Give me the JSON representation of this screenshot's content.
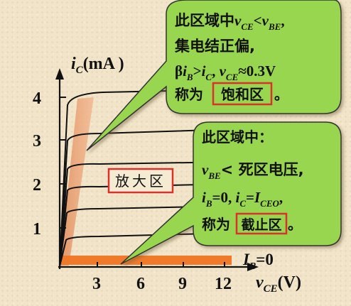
{
  "y_axis": {
    "var": "i",
    "sub": "C",
    "unit": "(mA )"
  },
  "x_axis": {
    "var": "v",
    "sub": "CE",
    "unit": "(V)"
  },
  "y_ticks": [
    "1",
    "2",
    "3",
    "4"
  ],
  "x_ticks": [
    "3",
    "6",
    "9",
    "12"
  ],
  "ib_label": {
    "var": "I",
    "sub": "B",
    "rest": "=0"
  },
  "amplify_region": "放大区",
  "bubble_saturation": {
    "line1": {
      "a": "此区域中",
      "v1": "v",
      "s1": "CE",
      "lt": "<",
      "v2": "v",
      "s2": "BE",
      "end": ","
    },
    "line2": "集电结正偏,",
    "line3": {
      "beta": "β",
      "i1": "i",
      "s1": "B",
      "gt": ">",
      "i2": "i",
      "s2": "C",
      "comma": ", ",
      "v": "v",
      "s3": "CE",
      "approx": "≈0.3V"
    },
    "line4": {
      "pre": "称为",
      "boxed": "饱和区",
      "post": "。"
    }
  },
  "bubble_cutoff": {
    "line1": "此区域中：",
    "line2": {
      "v": "v",
      "s": "BE",
      "rest": "< 死区电压,"
    },
    "line3": {
      "i1": "i",
      "s1": "B",
      "eq1": "=0, ",
      "i2": "i",
      "s2": "C",
      "eq2": "=",
      "I": "I",
      "s3": "CEO",
      "end": ","
    },
    "line4": {
      "pre": "称为",
      "boxed": "截止区",
      "post": "。"
    }
  },
  "colors": {
    "bubble": "#99d64f",
    "box": "#d8322a",
    "orange": "#f07a2a",
    "curve": "#111111"
  }
}
